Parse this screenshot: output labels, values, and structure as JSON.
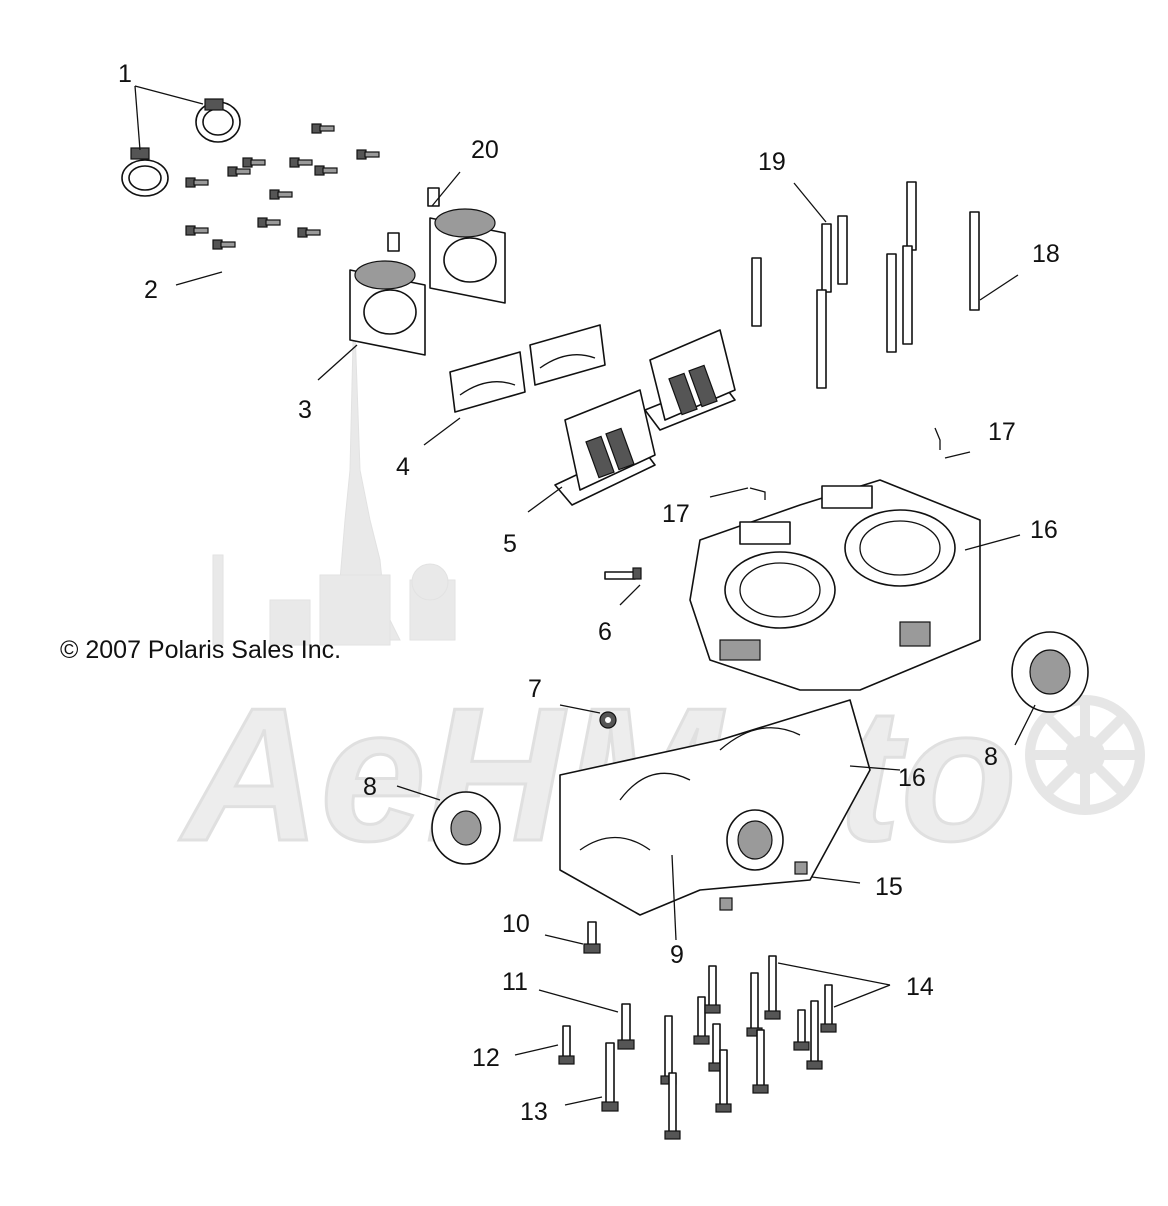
{
  "copyright": "© 2007 Polaris Sales Inc.",
  "watermark_text": "AeHMoto",
  "callouts": [
    "1",
    "2",
    "3",
    "4",
    "5",
    "6",
    "7",
    "8",
    "8",
    "9",
    "10",
    "11",
    "12",
    "13",
    "14",
    "15",
    "16",
    "16",
    "17",
    "17",
    "18",
    "19",
    "20"
  ]
}
